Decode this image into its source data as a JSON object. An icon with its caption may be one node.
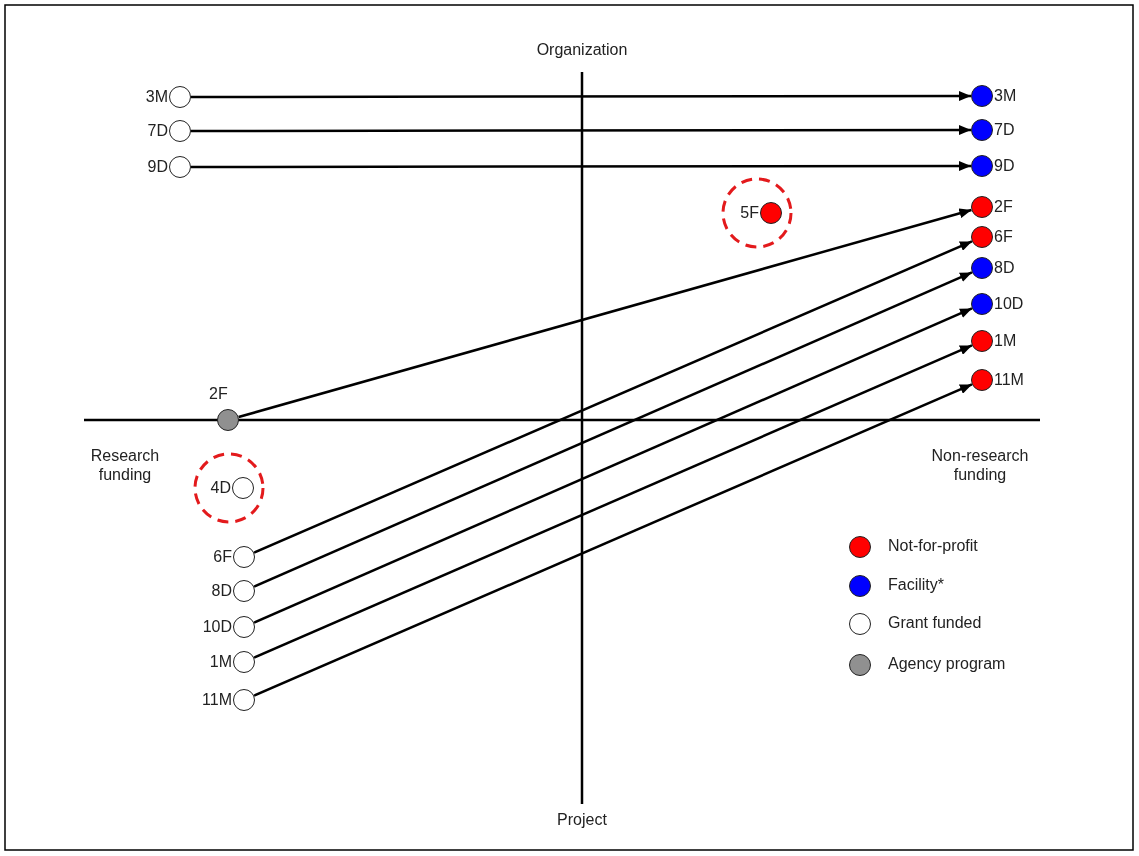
{
  "diagram": {
    "nodes": [
      {
        "text": [],
        "shape": "circle",
        "beside": [
          "3M"
        ]
      },
      {
        "text": [],
        "shape": "circle",
        "beside": [
          "3M"
        ]
      },
      {
        "text": [],
        "shape": "circle",
        "beside": [
          "7D"
        ]
      },
      {
        "text": [],
        "shape": "circle",
        "beside": [
          "7D"
        ]
      },
      {
        "text": [],
        "shape": "circle",
        "beside": [
          "9D"
        ]
      },
      {
        "text": [],
        "shape": "circle",
        "beside": [
          "9D"
        ]
      },
      {
        "text": [],
        "shape": "circle",
        "beside": [
          "5F"
        ]
      },
      {
        "text": [],
        "shape": "circle",
        "beside": [
          "2F"
        ]
      },
      {
        "text": [],
        "shape": "circle",
        "beside": [
          "6F"
        ]
      },
      {
        "text": [],
        "shape": "circle",
        "beside": [
          "8D"
        ]
      },
      {
        "text": [],
        "shape": "circle",
        "beside": [
          "10D"
        ]
      },
      {
        "text": [],
        "shape": "circle",
        "beside": [
          "1M"
        ]
      },
      {
        "text": [],
        "shape": "circle",
        "beside": [
          "11M"
        ]
      },
      {
        "text": [],
        "shape": "circle",
        "beside": [
          "2F"
        ]
      },
      {
        "text": [],
        "shape": "circle",
        "beside": [
          "4D"
        ]
      },
      {
        "text": [],
        "shape": "circle",
        "beside": [
          "6F"
        ]
      },
      {
        "text": [],
        "shape": "circle",
        "beside": [
          "8D"
        ]
      },
      {
        "text": [],
        "shape": "circle",
        "beside": [
          "10D"
        ]
      },
      {
        "text": [],
        "shape": "circle",
        "beside": [
          "1M"
        ]
      },
      {
        "text": [],
        "shape": "circle",
        "beside": [
          "11M"
        ]
      }
    ],
    "edges": [
      {
        "from": 0,
        "to": 1,
        "arrow": "to"
      },
      {
        "from": 2,
        "to": 3,
        "arrow": "to"
      },
      {
        "from": 4,
        "to": 5,
        "arrow": "to"
      },
      {
        "from": 13,
        "to": 7,
        "arrow": "to"
      },
      {
        "from": 15,
        "to": 8,
        "arrow": "to"
      },
      {
        "from": 16,
        "to": 9,
        "arrow": "to"
      },
      {
        "from": 17,
        "to": 10,
        "arrow": "to"
      },
      {
        "from": 18,
        "to": 11,
        "arrow": "to"
      },
      {
        "from": 19,
        "to": 12,
        "arrow": "to"
      }
    ],
    "labels": [
      "Organization",
      "Research funding",
      "Non-research funding",
      "Project"
    ],
    "legend": [
      {
        "text": "Not-for-profit",
        "color": "#ff0000"
      },
      {
        "text": "Facility*",
        "color": "#0000ff"
      },
      {
        "text": "Grant funded",
        "color": "#ffffff"
      },
      {
        "text": "Agency program",
        "color": "#909090"
      }
    ]
  }
}
